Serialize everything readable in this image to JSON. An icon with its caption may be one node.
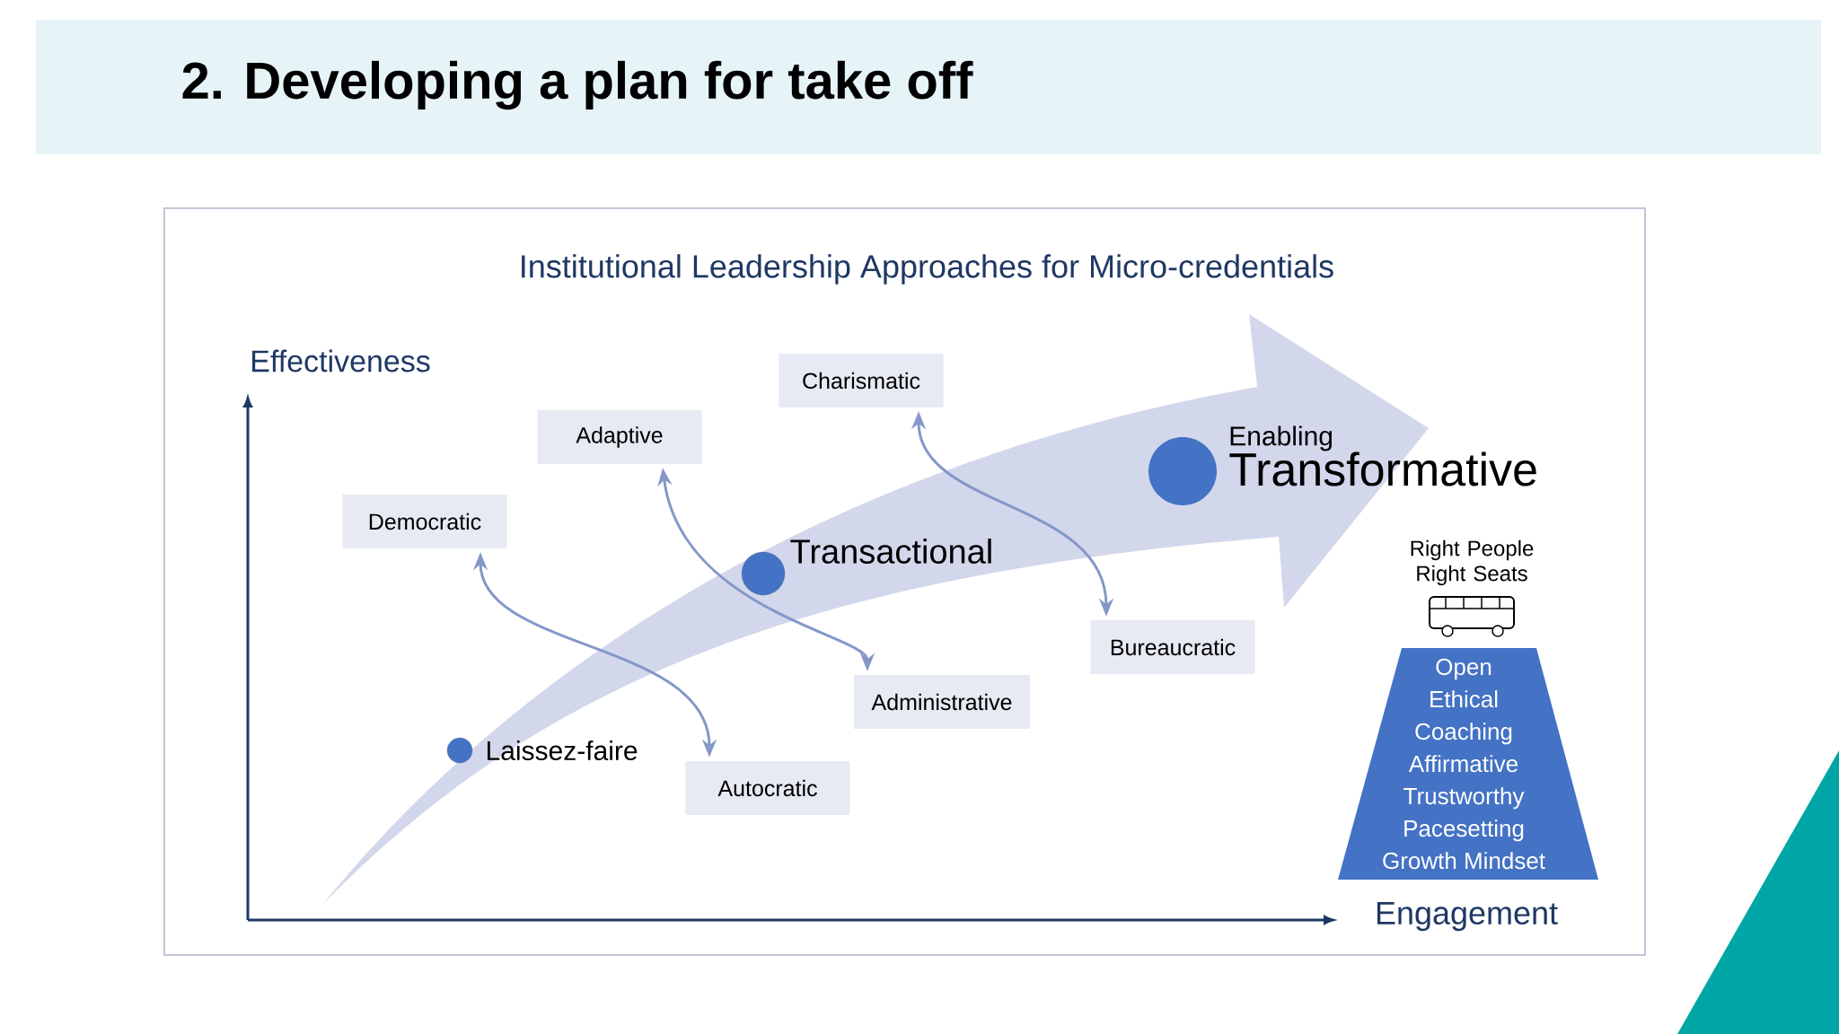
{
  "diagram": {
    "title": "2. Developing a plan for take off",
    "nodes": [
      {
        "text": [
          "Charismatic"
        ]
      },
      {
        "text": [
          "Adaptive"
        ]
      },
      {
        "text": [
          "Enabling",
          "Transformative"
        ]
      },
      {
        "text": [
          "Democratic"
        ]
      },
      {
        "text": [
          "Transactional"
        ]
      },
      {
        "text": [
          "Bureaucratic"
        ]
      },
      {
        "text": [
          "Administrative"
        ]
      },
      {
        "text": [
          "Laissez-faire"
        ]
      },
      {
        "text": [
          "Autocratic"
        ]
      },
      {
        "text": [
          "Open",
          "Ethical",
          "Coaching",
          "Affirmative",
          "Trustworthy",
          "Pacesetting",
          "Growth Mindset"
        ]
      }
    ],
    "edges": [
      {
        "from": 3,
        "to": 8,
        "arrow": "both"
      },
      {
        "from": 1,
        "to": 6,
        "arrow": "both"
      },
      {
        "from": 0,
        "to": 5,
        "arrow": "both"
      }
    ],
    "labels": [
      "Institutional Leadership Approaches for Micro-credentials",
      "Effectiveness",
      "Right People Right Seats",
      "Engagement"
    ]
  }
}
